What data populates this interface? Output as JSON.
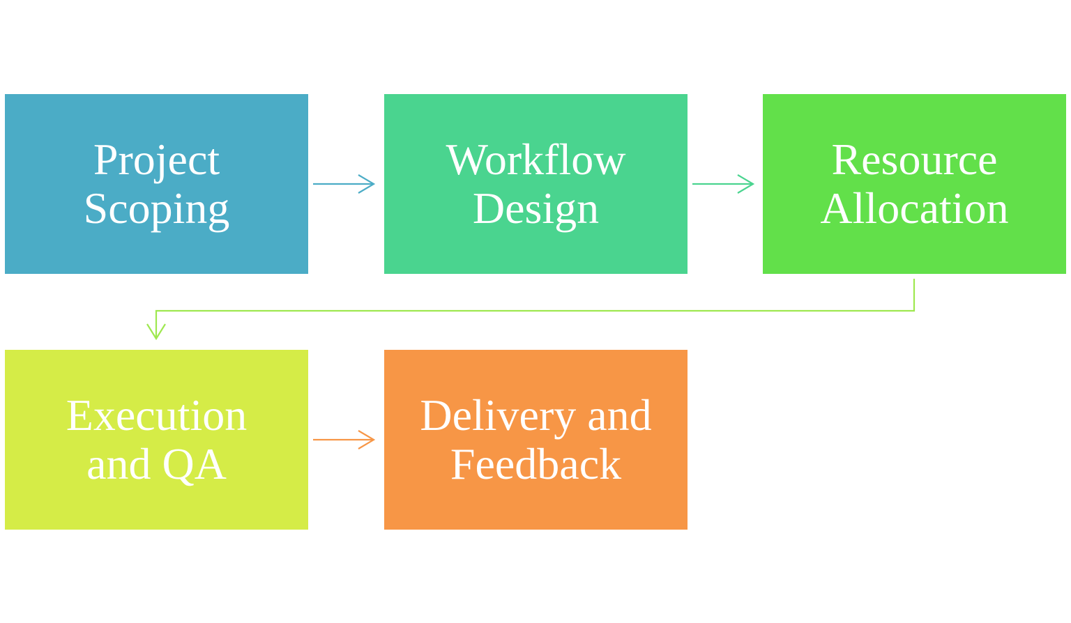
{
  "steps": [
    {
      "id": "project-scoping",
      "label": "Project\nScoping",
      "color": "#4bacc6"
    },
    {
      "id": "workflow-design",
      "label": "Workflow\nDesign",
      "color": "#4ad48f"
    },
    {
      "id": "resource-allocation",
      "label": "Resource\nAllocation",
      "color": "#62e04a"
    },
    {
      "id": "execution-and-qa",
      "label": "Execution\nand QA",
      "color": "#d5ec47"
    },
    {
      "id": "delivery-and-feedback",
      "label": "Delivery and\nFeedback",
      "color": "#f79646"
    }
  ],
  "connectors": [
    {
      "from": "project-scoping",
      "to": "workflow-design",
      "color": "#4bacc6"
    },
    {
      "from": "workflow-design",
      "to": "resource-allocation",
      "color": "#4ad48f"
    },
    {
      "from": "resource-allocation",
      "to": "execution-and-qa",
      "color": "#9ee84f"
    },
    {
      "from": "execution-and-qa",
      "to": "delivery-and-feedback",
      "color": "#f79646"
    }
  ]
}
